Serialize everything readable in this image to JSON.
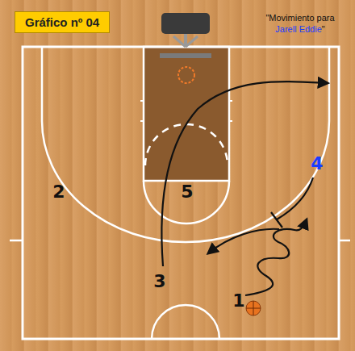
{
  "diagram": {
    "title": "Gráfico nº 04",
    "labels": [
      "\"Movimiento para",
      "Jarell Eddie",
      "\"",
      "2",
      "5",
      "3",
      "1",
      "4"
    ]
  }
}
